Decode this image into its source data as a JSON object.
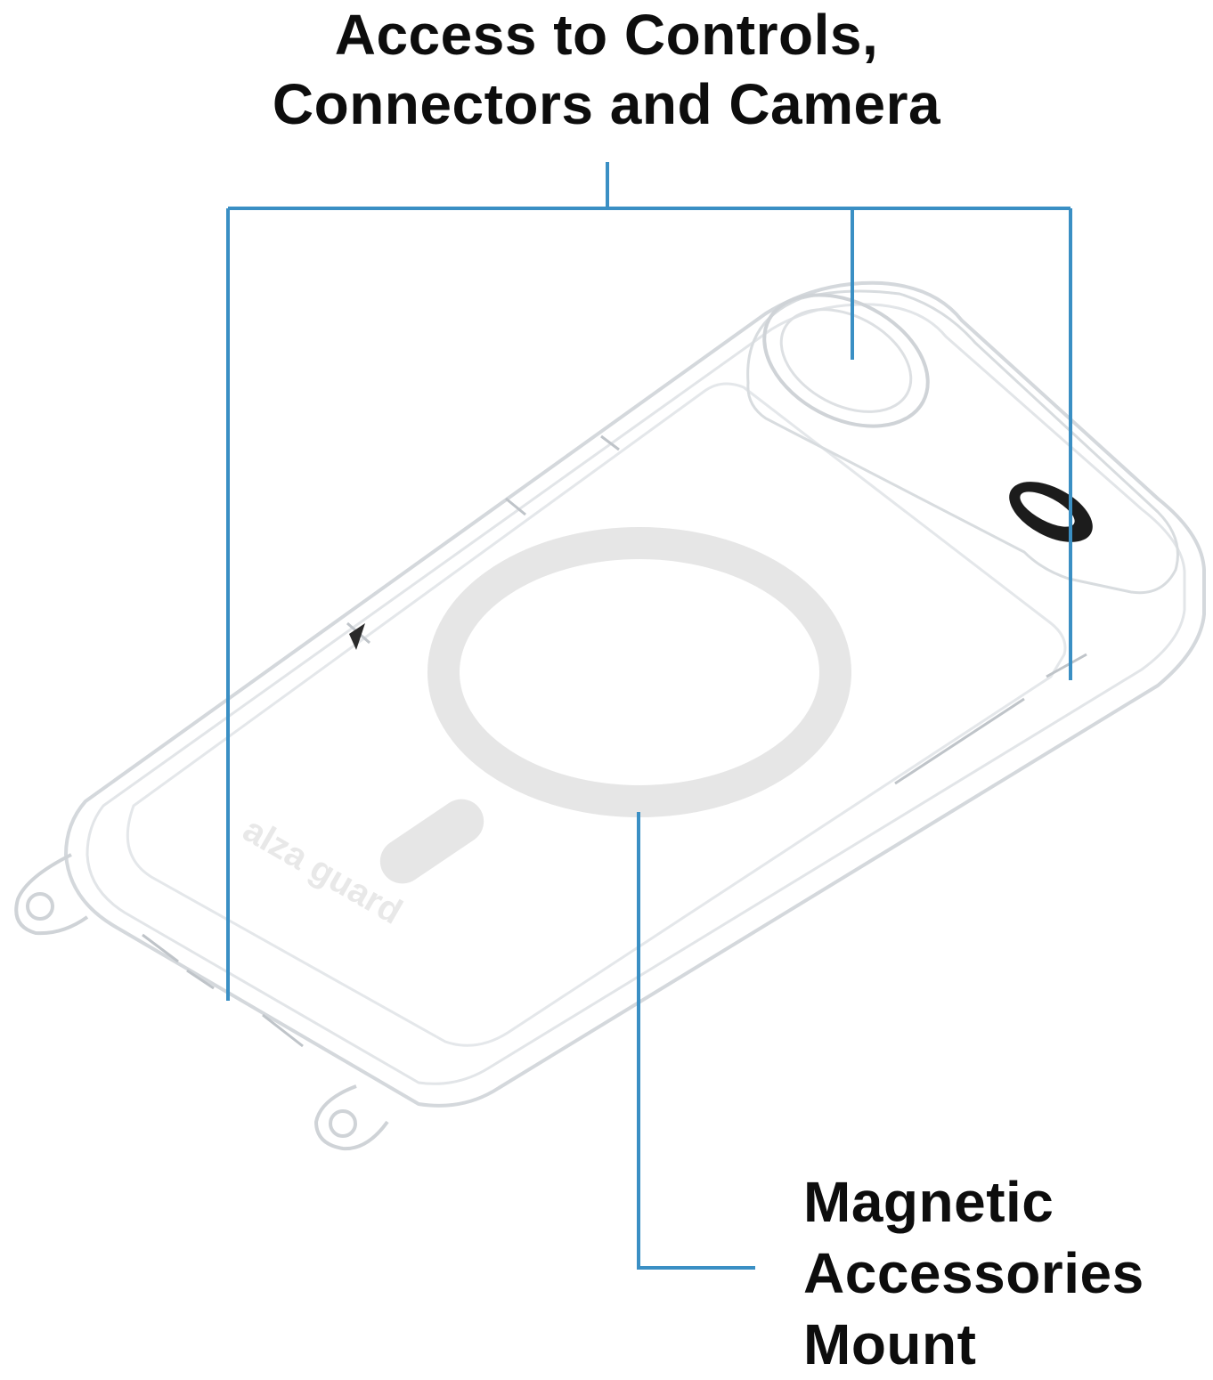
{
  "callouts": {
    "top": {
      "line1": "Access to Controls,",
      "line2": "Connectors and Camera"
    },
    "bottom": {
      "line1": "Magnetic",
      "line2": "Accessories",
      "line3": "Mount"
    }
  },
  "logo": {
    "text": "alza guard"
  },
  "colors": {
    "callout_line": "#3a8fc4",
    "text": "#0d0d0d",
    "case_outline": "#d4d8dc",
    "magsafe_ring": "#e6e6e6"
  }
}
